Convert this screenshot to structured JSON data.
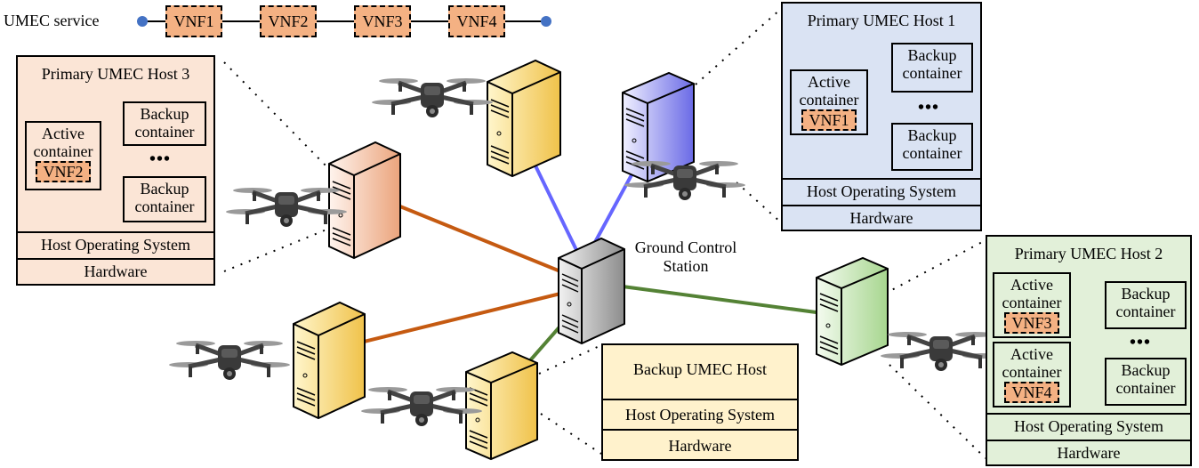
{
  "service": {
    "label": "UMEC service",
    "vnfs": [
      "VNF1",
      "VNF2",
      "VNF3",
      "VNF4"
    ]
  },
  "ground_control": {
    "line1": "Ground Control",
    "line2": "Station"
  },
  "host1": {
    "title": "Primary UMEC Host 1",
    "active": [
      "Active",
      "container"
    ],
    "vnf": "VNF1",
    "backup1": [
      "Backup",
      "container"
    ],
    "backup2": [
      "Backup",
      "container"
    ],
    "ellipsis": "•••",
    "os": "Host Operating System",
    "hw": "Hardware"
  },
  "host2": {
    "title": "Primary UMEC Host 2",
    "active1": [
      "Active",
      "container"
    ],
    "vnf1": "VNF3",
    "active2": [
      "Active",
      "container"
    ],
    "vnf2": "VNF4",
    "backup1": [
      "Backup",
      "container"
    ],
    "backup2": [
      "Backup",
      "container"
    ],
    "ellipsis": "•••",
    "os": "Host Operating System",
    "hw": "Hardware"
  },
  "host3": {
    "title": "Primary UMEC Host 3",
    "active": [
      "Active",
      "container"
    ],
    "vnf": "VNF2",
    "backup1": [
      "Backup",
      "container"
    ],
    "backup2": [
      "Backup",
      "container"
    ],
    "ellipsis": "•••",
    "os": "Host Operating System",
    "hw": "Hardware"
  },
  "backup_host": {
    "title": "Backup UMEC Host",
    "os": "Host Operating System",
    "hw": "Hardware"
  },
  "colors": {
    "host1_fill": "#dae3f3",
    "host2_fill": "#e2f0d9",
    "host3_fill": "#fbe5d6",
    "backup_fill": "#fff2cc",
    "vnf_fill": "#f4b183",
    "link_blue": "#6666ff",
    "link_orange": "#c55a11",
    "link_green": "#548235",
    "chain_dot": "#4472c4"
  }
}
